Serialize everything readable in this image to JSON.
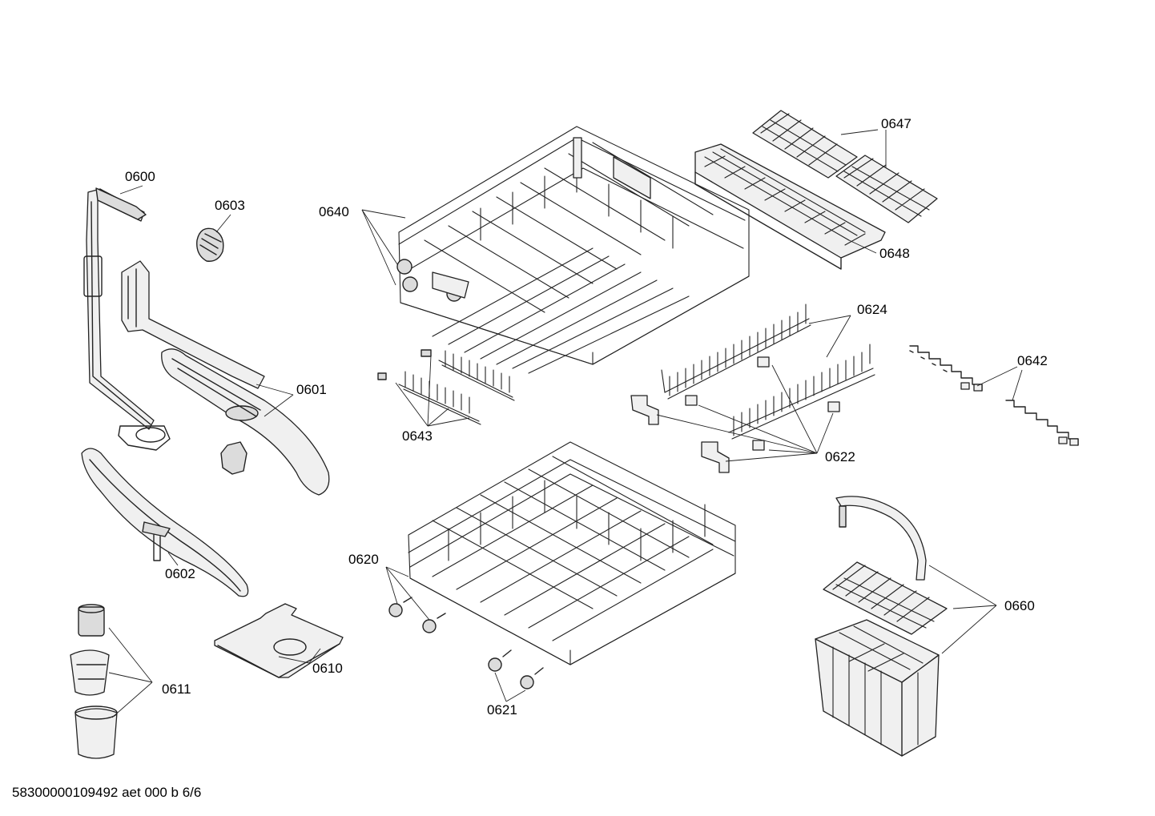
{
  "callouts": {
    "c0600": "0600",
    "c0601": "0601",
    "c0602": "0602",
    "c0603": "0603",
    "c0610": "0610",
    "c0611": "0611",
    "c0620": "0620",
    "c0621": "0621",
    "c0622": "0622",
    "c0624": "0624",
    "c0640": "0640",
    "c0642": "0642",
    "c0643": "0643",
    "c0647": "0647",
    "c0648": "0648",
    "c0660": "0660"
  },
  "footer": {
    "document_id": "58300000109492 aet 000 b 6/6"
  }
}
